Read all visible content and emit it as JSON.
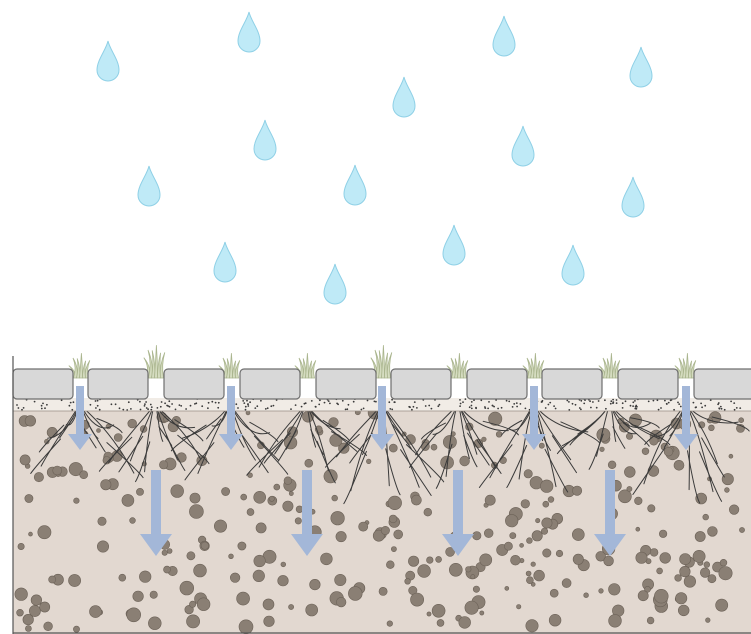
{
  "diagram": {
    "subject": "permeable-paver-infiltration",
    "colors": {
      "background": "#ffffff",
      "raindrop_fill": "#bfeaf7",
      "raindrop_stroke": "#8fd0e6",
      "paver_fill": "#d8d8d8",
      "paver_stroke": "#6f6f6f",
      "bedding_fill": "#f1ece6",
      "bedding_dot": "#3a3a3a",
      "soil_fill": "#e2d8d0",
      "pebble_fill": "#8a7f74",
      "pebble_stroke": "#6c6258",
      "root_stroke": "#3a3a3a",
      "grass_fill": "#d5dcc0",
      "grass_stroke": "#aab58e",
      "arrow_fill": "#a3b7d8",
      "border": "#555555"
    },
    "icons": {
      "raindrop": "raindrop-icon",
      "paver": "paver-block",
      "grass": "grass-tuft",
      "arrow": "down-arrow-icon"
    }
  }
}
